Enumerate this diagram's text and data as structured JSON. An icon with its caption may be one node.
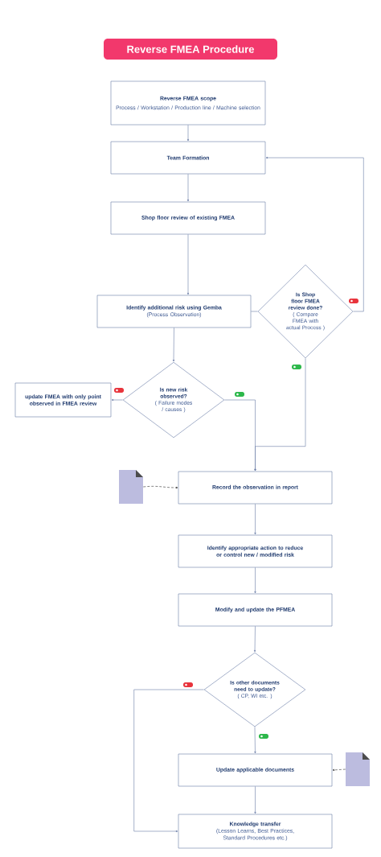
{
  "diagram": {
    "title": "Reverse FMEA Procedure",
    "nodes": [
      {
        "text": [
          "Reverse FMEA scope",
          "Process / Workstation / Production line / Machine selection"
        ]
      },
      {
        "text": [
          "Team Formation"
        ]
      },
      {
        "text": [
          "Shop floor review of existing FMEA"
        ]
      },
      {
        "text": [
          "Identify additional risk using Gemba",
          "(Process Observation)"
        ]
      },
      {
        "text": [
          "Is Shop floor FMEA review done?",
          "( Compare FMEA with actual Process )"
        ]
      },
      {
        "text": [
          "Is new risk observed?",
          "( Failure modes / causes )"
        ]
      },
      {
        "text": [
          "update FMEA with only point observed in FMEA review"
        ]
      },
      {
        "text": [],
        "shape": "document"
      },
      {
        "text": [
          "Record the observation in report"
        ]
      },
      {
        "text": [
          "Identify appropriate action to reduce or control new / modified risk"
        ]
      },
      {
        "text": [
          "Modify and update the PFMEA"
        ]
      },
      {
        "text": [
          "Is other documents need to update?",
          "( CP, WI etc. )"
        ]
      },
      {
        "text": [
          "Update applicable documents"
        ]
      },
      {
        "text": [],
        "shape": "document"
      },
      {
        "text": [
          "Knowledge transfer",
          "(Lesson Learns, Best Practices, Standard Procedures etc.)"
        ]
      }
    ],
    "edges": [
      {
        "from": 0,
        "to": 1,
        "arrow": "to"
      },
      {
        "from": 1,
        "to": 2,
        "arrow": "to"
      },
      {
        "from": 2,
        "to": 3,
        "arrow": "to"
      },
      {
        "from": 3,
        "to": 4,
        "arrow": "none"
      },
      {
        "from": 4,
        "to": 1,
        "arrow": "to"
      },
      {
        "from": 3,
        "to": 5,
        "arrow": "to"
      },
      {
        "from": 5,
        "to": 6,
        "arrow": "to"
      },
      {
        "from": 5,
        "to": 8,
        "arrow": "to"
      },
      {
        "from": 4,
        "to": 8,
        "arrow": "to"
      },
      {
        "from": 7,
        "to": 8,
        "arrow": "to",
        "style": "dashed",
        "color": "#333333"
      },
      {
        "from": 8,
        "to": 9,
        "arrow": "to"
      },
      {
        "from": 9,
        "to": 10,
        "arrow": "to"
      },
      {
        "from": 10,
        "to": 11,
        "arrow": "to"
      },
      {
        "from": 11,
        "to": 12,
        "arrow": "to"
      },
      {
        "from": 11,
        "to": 14,
        "arrow": "to"
      },
      {
        "from": 12,
        "to": 14,
        "arrow": "to"
      },
      {
        "from": 13,
        "to": 12,
        "arrow": "to",
        "style": "dashed",
        "color": "#333333"
      }
    ]
  }
}
